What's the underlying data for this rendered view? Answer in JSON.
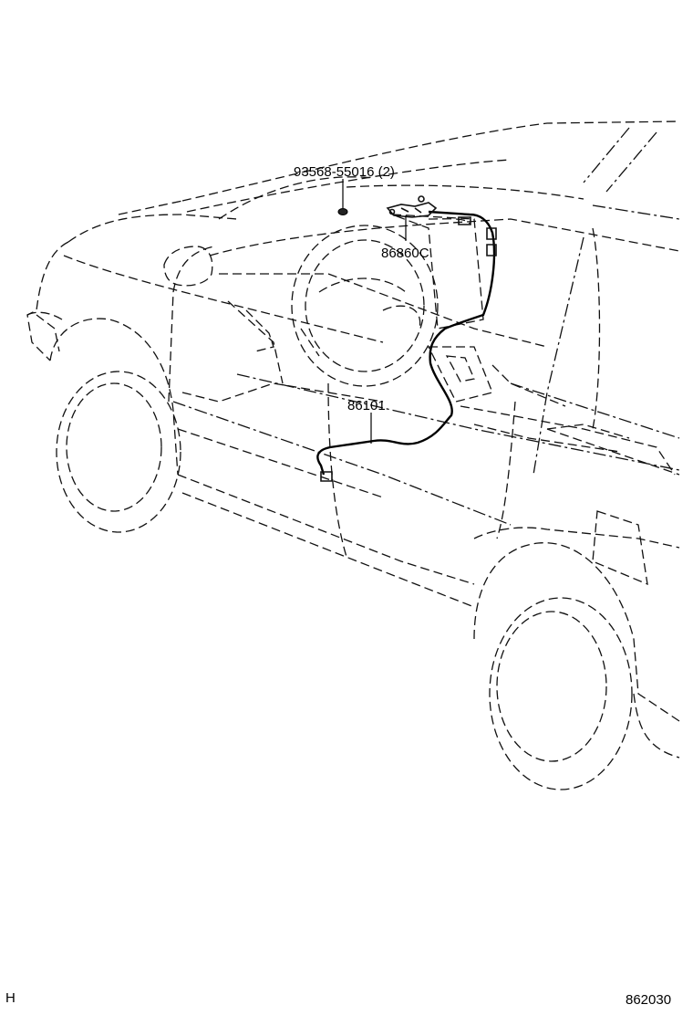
{
  "labels": {
    "part_screw": "93568-55016 (2)",
    "part_mic": "86860C",
    "part_wire": "86101"
  },
  "corner": {
    "left": "H",
    "right": "862030"
  }
}
